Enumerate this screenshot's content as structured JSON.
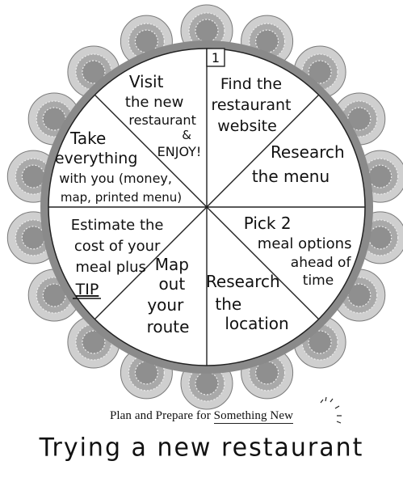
{
  "step_number": "1",
  "segments": [
    {
      "id": "find-website",
      "lines": [
        "Find the",
        "restaurant",
        "website"
      ]
    },
    {
      "id": "research-menu",
      "lines": [
        "Research",
        "the menu"
      ]
    },
    {
      "id": "pick-meals",
      "lines": [
        "Pick 2",
        "meal options",
        "ahead of",
        "time"
      ]
    },
    {
      "id": "research-location",
      "lines": [
        "Research",
        "the",
        "location"
      ]
    },
    {
      "id": "map-route",
      "lines": [
        "Map",
        "out",
        "your",
        "route"
      ]
    },
    {
      "id": "estimate-cost",
      "lines": [
        "Estimate the",
        "cost of your",
        "meal plus",
        "TIP"
      ]
    },
    {
      "id": "take-everything",
      "lines": [
        "Take",
        "everything",
        "with you (money,",
        "map, printed menu)"
      ]
    },
    {
      "id": "visit-restaurant",
      "lines": [
        "Visit",
        "the new",
        "restaurant",
        "&",
        "ENJOY!"
      ]
    }
  ],
  "subtitle": {
    "prefix": "Plan and Prepare for ",
    "emphasis": "Something New"
  },
  "footer_title": "Trying a new restaurant",
  "colors": {
    "scallop_outer": "#cfcfcf",
    "scallop_ring": "#a9a9a9",
    "scallop_inner": "#8f8f8f",
    "border_ring": "#8a8a8a",
    "plate": "#ffffff",
    "ink": "#111111"
  }
}
